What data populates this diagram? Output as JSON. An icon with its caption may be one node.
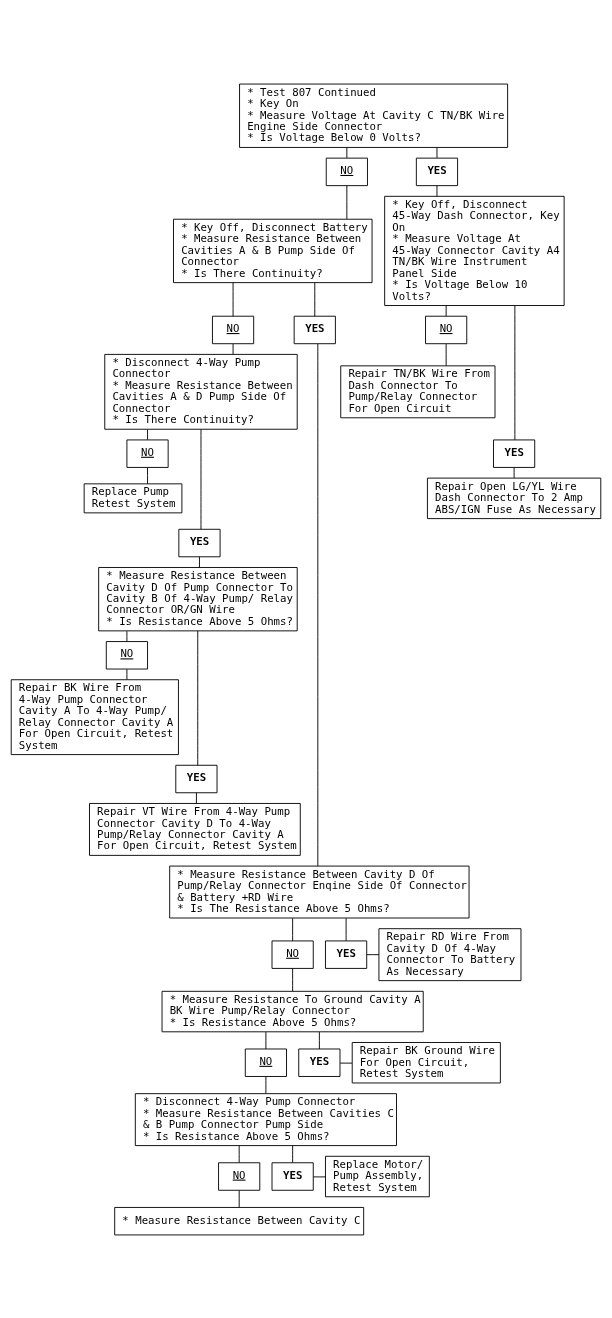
{
  "diagram": {
    "nodes": [
      {
        "text": [
          "* Test 807 Continued",
          "* Key On",
          "* Measure Voltage At Cavity C TN/BK Wire Engine Side Connector",
          "* Is Voltage Below 0 Volts?"
        ]
      },
      {
        "text": [
          "NO"
        ]
      },
      {
        "text": [
          "YES"
        ]
      },
      {
        "text": [
          "* Key Off, Disconnect Battery",
          "* Measure Resistance Between Cavities A & B Pump Side Of Connector",
          "* Is There Continuity?"
        ]
      },
      {
        "text": [
          "* Key Off, Disconnect 45-Way Dash Connector, Key On",
          "* Measure Voltage At 45-Way Connector Cavity A4 TN/BK Wire Instrument Panel Side",
          "* Is Voltage Below 10 Volts?"
        ]
      },
      {
        "text": [
          "NO"
        ]
      },
      {
        "text": [
          "YES"
        ]
      },
      {
        "text": [
          "* Disconnect 4-Way Pump Connector",
          "* Measure Resistance Between Cavities A & D Pump Side Of Connector",
          "* Is There Continuity?"
        ]
      },
      {
        "text": [
          "NO"
        ]
      },
      {
        "text": [
          "Repair TN/BK Wire From Dash Connector To Pump/Relay Connector For Open Circuit"
        ]
      },
      {
        "text": [
          "YES"
        ]
      },
      {
        "text": [
          "Repair Open LG/YL Wire Dash Connector To 2 Amp ABS/IGN Fuse As Necessary"
        ]
      },
      {
        "text": [
          "NO"
        ]
      },
      {
        "text": [
          "Replace Pump Retest System"
        ]
      },
      {
        "text": [
          "YES"
        ]
      },
      {
        "text": [
          "* Measure Resistance Between Cavity D Of Pump Connector To Cavity B Of 4-Way Pump/ Relay Connector OR/GN Wire",
          "* Is Resistance Above 5 Ohms?"
        ]
      },
      {
        "text": [
          "NO"
        ]
      },
      {
        "text": [
          "Repair BK Wire From 4-Way Pump Connector Cavity A To 4-Way Pump/ Relay Connector Cavity A For Open Circuit, Retest System"
        ]
      },
      {
        "text": [
          "YES"
        ]
      },
      {
        "text": [
          "Repair VT Wire From 4-Way Pump Connector Cavity D To 4-Way Pump/Relay Connector Cavity A For Open Circuit, Retest System"
        ]
      },
      {
        "text": [
          "* Measure Resistance Between Cavity D Of Pump/Relay Connector Enqine Side Of Connector & Battery +RD Wire",
          "* Is The Resistance Above 5 Ohms?"
        ]
      },
      {
        "text": [
          "NO"
        ]
      },
      {
        "text": [
          "YES"
        ]
      },
      {
        "text": [
          "Repair RD Wire From Cavity D Of 4-Way Connector To Battery As Necessary"
        ]
      },
      {
        "text": [
          "* Measure Resistance To Ground Cavity A BK Wire Pump/Relay Connector",
          "* Is Resistance Above 5 Ohms?"
        ]
      },
      {
        "text": [
          "NO"
        ]
      },
      {
        "text": [
          "YES"
        ]
      },
      {
        "text": [
          "Repair BK Ground Wire For Open Circuit, Retest System"
        ]
      },
      {
        "text": [
          "* Disconnect 4-Way Pump Connector",
          "* Measure Resistance Between Cavities C & B Pump Connector Pump Side",
          "* Is Resistance Above 5 Ohms?"
        ]
      },
      {
        "text": [
          "NO"
        ]
      },
      {
        "text": [
          "YES"
        ]
      },
      {
        "text": [
          "Replace Motor/ Pump Assembly, Retest System"
        ]
      },
      {
        "text": [
          "* Measure Resistance Between Cavity C"
        ]
      }
    ],
    "edges": [
      {
        "from": 0,
        "to": 1,
        "arrow": "none"
      },
      {
        "from": 0,
        "to": 2,
        "arrow": "none"
      },
      {
        "from": 1,
        "to": 3,
        "arrow": "none"
      },
      {
        "from": 2,
        "to": 4,
        "arrow": "none"
      },
      {
        "from": 3,
        "to": 5,
        "arrow": "none"
      },
      {
        "from": 3,
        "to": 6,
        "arrow": "none"
      },
      {
        "from": 5,
        "to": 7,
        "arrow": "none"
      },
      {
        "from": 4,
        "to": 8,
        "arrow": "none"
      },
      {
        "from": 8,
        "to": 9,
        "arrow": "none"
      },
      {
        "from": 4,
        "to": 10,
        "arrow": "none"
      },
      {
        "from": 10,
        "to": 11,
        "arrow": "none"
      },
      {
        "from": 7,
        "to": 12,
        "arrow": "none"
      },
      {
        "from": 12,
        "to": 13,
        "arrow": "none"
      },
      {
        "from": 7,
        "to": 14,
        "arrow": "none"
      },
      {
        "from": 14,
        "to": 15,
        "arrow": "none"
      },
      {
        "from": 15,
        "to": 16,
        "arrow": "none"
      },
      {
        "from": 16,
        "to": 17,
        "arrow": "none"
      },
      {
        "from": 15,
        "to": 18,
        "arrow": "none"
      },
      {
        "from": 18,
        "to": 19,
        "arrow": "none"
      },
      {
        "from": 6,
        "to": 20,
        "arrow": "none"
      },
      {
        "from": 20,
        "to": 21,
        "arrow": "none"
      },
      {
        "from": 20,
        "to": 22,
        "arrow": "none"
      },
      {
        "from": 22,
        "to": 23,
        "arrow": "none"
      },
      {
        "from": 21,
        "to": 24,
        "arrow": "none"
      },
      {
        "from": 24,
        "to": 25,
        "arrow": "none"
      },
      {
        "from": 24,
        "to": 26,
        "arrow": "none"
      },
      {
        "from": 26,
        "to": 27,
        "arrow": "none"
      },
      {
        "from": 25,
        "to": 28,
        "arrow": "none"
      },
      {
        "from": 28,
        "to": 29,
        "arrow": "none"
      },
      {
        "from": 28,
        "to": 30,
        "arrow": "none"
      },
      {
        "from": 30,
        "to": 31,
        "arrow": "none"
      },
      {
        "from": 29,
        "to": 32,
        "arrow": "none"
      }
    ]
  }
}
